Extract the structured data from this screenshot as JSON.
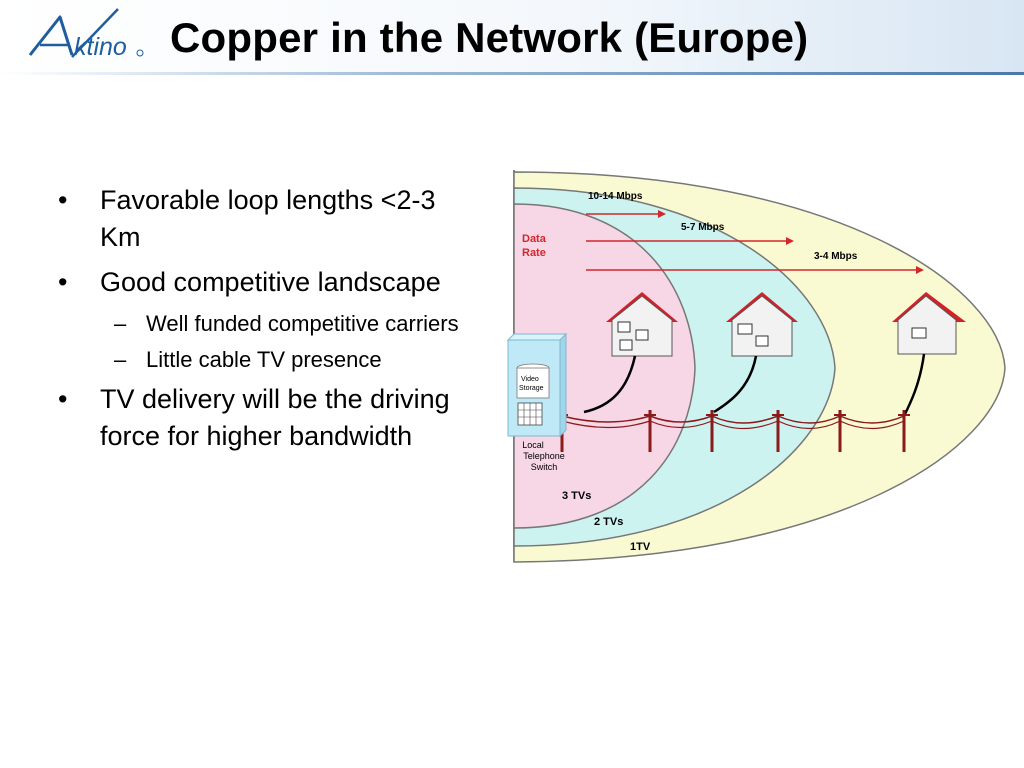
{
  "slide": {
    "title": "Copper in the Network (Europe)",
    "logo_text": "Aktino"
  },
  "bullets": [
    {
      "level": 1,
      "text": "Favorable loop lengths <2-3 Km"
    },
    {
      "level": 1,
      "text": "Good competitive landscape"
    },
    {
      "level": 2,
      "text": "Well funded competitive carriers"
    },
    {
      "level": 2,
      "text": "Little cable TV presence"
    },
    {
      "level": 1,
      "text": "TV delivery will be the driving force for higher bandwidth"
    }
  ],
  "diagram": {
    "data_rate_label": "Data Rate",
    "rates": [
      "10-14 Mbps",
      "5-7 Mbps",
      "3-4 Mbps"
    ],
    "zones": [
      "3 TVs",
      "2 TVs",
      "1TV"
    ],
    "video_storage_label": "Video Storage",
    "switch_label": "Local Telephone Switch",
    "colors": {
      "zone_inner": "#f7d6e6",
      "zone_middle": "#cdf3f1",
      "zone_outer": "#fafad2",
      "arrow": "#d4262d",
      "data_rate_text": "#d4262d",
      "roof": "#d61f26",
      "logo_blue": "#1f5e9e"
    }
  }
}
